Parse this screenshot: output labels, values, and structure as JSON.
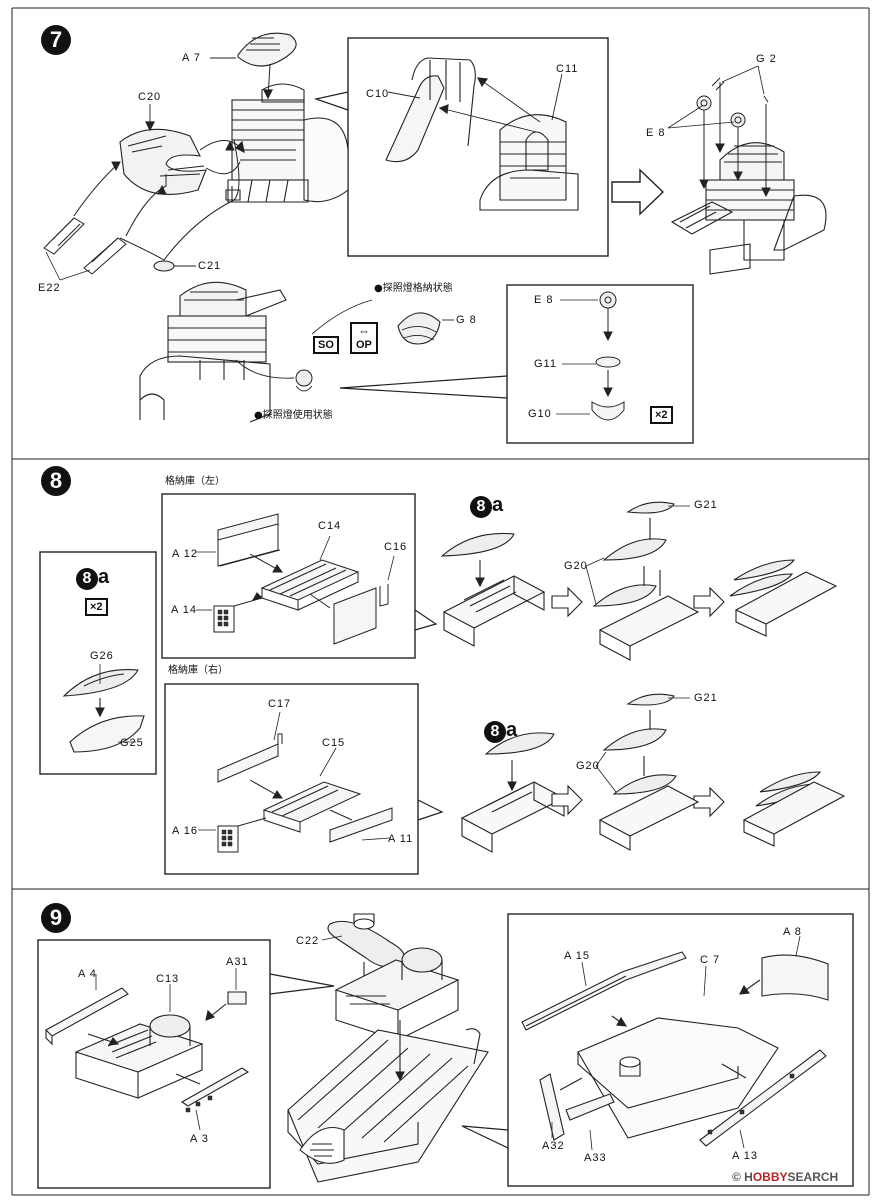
{
  "steps": {
    "s7": {
      "number": "7",
      "labels": {
        "a7": "A 7",
        "c20": "C20",
        "c10": "C10",
        "c11": "C11",
        "g2": "G 2",
        "e8_top": "E 8",
        "e22": "E22",
        "c21": "C21",
        "g8": "G 8",
        "e8_box": "E 8",
        "g11": "G11",
        "g10": "G10"
      },
      "stowed_note": "●探照燈格納状態",
      "use_note": "●探照燈使用状態",
      "so": "SO",
      "op": "OP",
      "x2": "×2"
    },
    "s8": {
      "number": "8",
      "left_hangar": "格納庫（左）",
      "right_hangar": "格納庫（右）",
      "labels": {
        "c14": "C14",
        "c16": "C16",
        "a12": "A 12",
        "a14": "A 14",
        "c17": "C17",
        "c15": "C15",
        "a16": "A 16",
        "a11": "A 11",
        "g21_top": "G21",
        "g20_top": "G20",
        "g21_bot": "G21",
        "g20_bot": "G20",
        "g26": "G26",
        "g25": "G25"
      },
      "sub_step": {
        "num": "8",
        "suffix": "a"
      },
      "ref_top": {
        "num": "8",
        "suffix": "a"
      },
      "ref_bot": {
        "num": "8",
        "suffix": "a"
      },
      "x2": "×2"
    },
    "s9": {
      "number": "9",
      "labels": {
        "c22": "C22",
        "a4": "A 4",
        "c13": "C13",
        "a31": "A31",
        "a3": "A 3",
        "a15": "A 15",
        "c7": "C 7",
        "a8": "A 8",
        "a32": "A32",
        "a33": "A33",
        "a13": "A 13"
      }
    }
  },
  "watermark": {
    "prefix": "© H",
    "brand": "OBBY",
    "suffix": "SEARCH"
  }
}
